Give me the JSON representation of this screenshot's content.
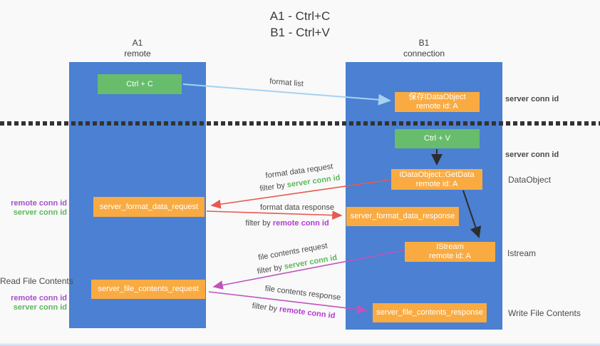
{
  "title": {
    "line1": "A1 - Ctrl+C",
    "line2": "B1 - Ctrl+V"
  },
  "lanes": {
    "left": {
      "name": "A1",
      "subtitle": "remote"
    },
    "right": {
      "name": "B1",
      "subtitle": "connection"
    }
  },
  "nodes": {
    "ctrl_c": "Ctrl + C",
    "ctrl_v": "Ctrl + V",
    "save_dataobject": {
      "line1": "保存IDataObject",
      "line2": "remote id: A"
    },
    "getdata": {
      "line1": "IDataObject::GetData",
      "line2": "remote id: A"
    },
    "istream": {
      "line1": "IStream",
      "line2": "remote id: A"
    },
    "format_request": "server_format_data_request",
    "format_response": "server_format_data_response",
    "file_request": "server_file_contents_request",
    "file_response": "server_file_contents_response"
  },
  "arrow_labels": {
    "format_list": "format list",
    "format_data_request": "format data request",
    "format_data_response": "format data response",
    "file_contents_request": "file contents request",
    "file_contents_response": "file contents response",
    "filter_by": "filter by",
    "server_conn_id": "server conn id",
    "remote_conn_id": "remote conn id"
  },
  "side_labels": {
    "server_conn_id_top": "server conn id",
    "server_conn_id_mid": "server conn id",
    "dataobject": "DataObject",
    "istream": "Istream",
    "write_file_contents": "Write File Contents",
    "read_file_contents": "Read File Contents",
    "remote_conn_id_1": "remote conn id",
    "server_conn_id_1": "server conn id",
    "remote_conn_id_2": "remote conn id",
    "server_conn_id_2": "server conn id"
  },
  "colors": {
    "lane_blue": "#4b80d2",
    "node_green": "#67bd6b",
    "node_orange": "#f9ab42",
    "arrow_light_blue": "#a6d2f2",
    "arrow_red": "#e8594f",
    "arrow_magenta": "#bf54bd",
    "arrow_black": "#2d2d2d",
    "text_green": "#5cb85c",
    "text_purple": "#a54fc9",
    "text_magenta": "#b43bd0",
    "background": "#f9f9f9"
  }
}
